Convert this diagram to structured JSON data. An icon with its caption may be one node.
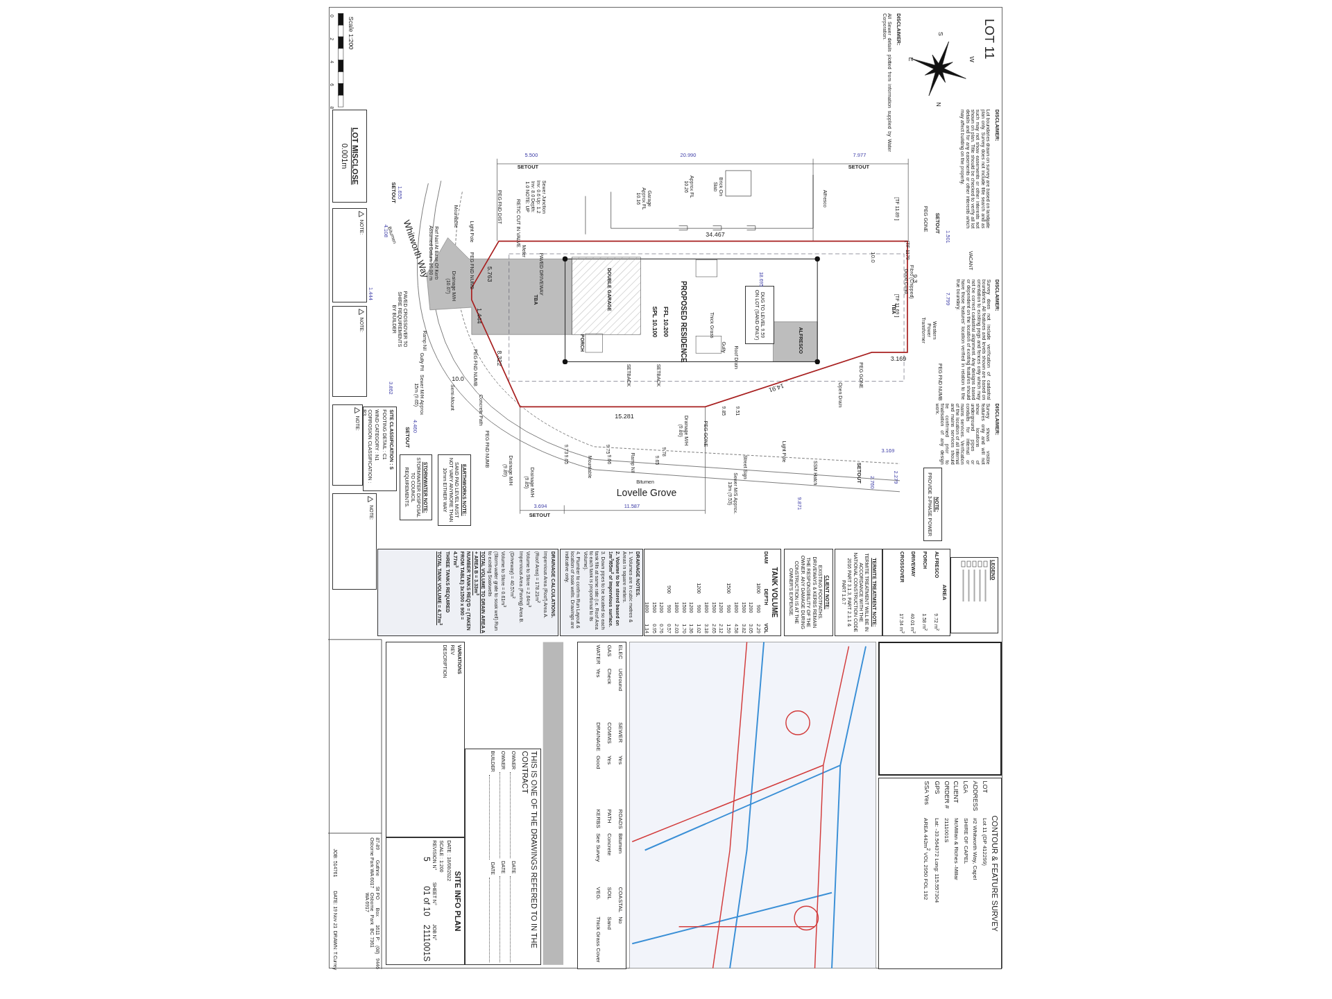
{
  "diagram": {
    "nodes": [
      {
        "text": [
          "LOT MISCLOSE",
          "0.001m"
        ]
      },
      {
        "text": [
          "NOTE:"
        ]
      },
      {
        "text": [
          "NOTE:"
        ]
      },
      {
        "text": [
          "NOTE:"
        ]
      },
      {
        "text": [
          "NOTE:"
        ]
      },
      {
        "text": [
          "SITE CLASSIFICATION : S",
          "FOOTING DETAIL : C1",
          "WIND CATEGORY : N1",
          "CORROSION CLASSIFICATION : R3"
        ]
      },
      {
        "text": [
          "STORMWATER NOTE:",
          "STORMWATER DISPOSAL TO COUNCIL REQUIREMENTS."
        ]
      },
      {
        "text": [
          "EARTHWORKS NOTE:",
          "SAND PAD LEVEL MUST NOT VARY ANYMORE THAN 10mm EITHER WAY"
        ]
      },
      {
        "text": [
          "NOTE:",
          "PROVIDE 3-PHASE POWER"
        ]
      },
      {
        "text": [
          "DUG TO LEVEL 9.59 ON LOT (SAND ONLY)"
        ]
      },
      {
        "text": [
          "LEGEND"
        ]
      },
      {
        "text": [
          "AREA",
          "ALFRESCO",
          "9.72 m$^{2}$",
          "PORCH",
          "1.58 m$^{2}$",
          "DRIVEWAY",
          "40.01 m$^{2}$",
          "CROSSOVER",
          "17.34 m$^{2}$"
        ]
      },
      {
        "text": [
          "TERMITE TREATMENT NOTE:",
          "TERMITE TREATMENT WILL BE IN ACCORDANCE WITH THE NATIONAL CONSTRUCTION CODE 2016 PART 3.1.3, PART 2.1.1 & PART 1.0.7"
        ]
      },
      {
        "text": [
          "CLIENT NOTE:",
          "EXISTING FOOTPATHS, DRIVEWAYS & KERBS REMAIN THE RESPONSIBILITY OF THE OWNER. ANY DAMAGE DURING CONSTRUCTION IS AT THE OWNER'S EXPENSE."
        ]
      },
      {
        "text": [
          "TANK VOLUME",
          "DIAM",
          "DEPTH",
          "VOL",
          "1800 900 2.29",
          "1200 3.05",
          "1500 3.82",
          "1800 4.58",
          "1500 900 1.59",
          "1200 2.12",
          "1500 2.65",
          "1800 3.18",
          "1200 900 1.02",
          "1200 1.36",
          "1500 1.70",
          "1800 2.03",
          "900 900 0.57",
          "1200 0.76",
          "1500 0.95",
          "1800 1.14"
        ]
      },
      {
        "text": [
          "DRAINAGE NOTES.",
          "1. Volumes are in cubic metres & Areas in square meters.",
          "2. Volume to be stored based on 1m$^{3}$/65m$^{2}$ of impervious surface.",
          "3. Down pipes to be located so each tank fills at same rate (i.e. Roof Area to each tank is proportional to its Volume).",
          "4. Plumber to confirm Run Layout & location of soak wells. Drawings are indicative only."
        ]
      },
      {
        "text": [
          "DRAINAGE CALCULATIONS.",
          "Impervious Area (Roof) Area A.",
          "(Roof Area) = 178.21m$^{2}$",
          "Volume to Store = 2.64m$^{3}$",
          "Impervious Area (Paving) Area B.",
          "(Driveway) = 40.57m$^{2}$",
          "Volume to Store = 0.61m$^{3}$",
          "(Storm-water grate to soak well) Run to existing Soakwells",
          "TOTAL VOLUME TO DRAIN AREA A + AREA B = 3.33m$^{3}$",
          "NUMBER TANKS REQ'D = (TAKEN FROM TABLE) 3x1500 x 900 = 4.77m$^{3}$",
          "THREE TANKS REQUIRED",
          "TOTAL TANK VOLUME = 4.77m$^{3}$"
        ]
      },
      {
        "text": [
          "CONTOUR & FEATURE SURVEY",
          "LOT",
          "Lot 11 (DP 412299)",
          "ADDRESS",
          "#2 Whitworth Way, Capel",
          "LGA",
          "SHIRE OF CAPEL",
          "CLIENT",
          "McMillan & Riches -Millar",
          "ORDER #",
          "2111001S",
          "GPS",
          "Lat: -33.564372 Long: 115.557304",
          "SSA Yes",
          "AREA 442m$^{2}$ VOL 2950 FOL 192"
        ]
      },
      {
        "text": [],
        "shape": "box"
      },
      {
        "text": [
          "ELEC",
          "UGround",
          "SEWER",
          "Yes",
          "ROADS",
          "Bitumen",
          "COASTAL",
          "No",
          "GAS",
          "Check",
          "COMMS",
          "Yes",
          "PATH",
          "Concrete",
          "SOIL",
          "Sand",
          "WATER",
          "Yes",
          "DRAINAGE",
          "Good",
          "KERBS",
          "See Survey",
          "VEG.",
          "Thick Grass Cover"
        ]
      },
      {
        "text": [
          "THIS IS ONE OF THE DRAWINGS REFERED TO IN THE CONTRACT",
          "OWNER",
          "DATE",
          "OWNER",
          "DATE",
          "BUILDER",
          "DATE"
        ]
      },
      {
        "text": [
          "SITE INFO PLAN",
          "DATE : 18/08/2022",
          "SCALE : 1:200",
          "REVISION N°",
          "5",
          "SHEET N°",
          "01 of 10",
          "JOB N°",
          "2111001S"
        ]
      },
      {
        "text": [
          "VARIATIONS",
          "REV",
          "DESCRIPTION"
        ]
      }
    ],
    "labels": [
      "LOT 11",
      "S",
      "N",
      "E",
      "W",
      "DISCLAIMER:",
      "All Sewer details plotted from information supplied by Water Corporation.",
      "DISCLAIMER:",
      "Lot boundaries drawn on survey are based on landgate plan only. Survey does not include title search and as such may not show easements or other interests not shown on plan. Title should be checked to verify all lot details and for any easements or other interests which may affect building on the property.",
      "DISCLAIMER:",
      "Survey does not include verification of cadastral boundaries. All features and levels shown are based on orientation to existing pegs and fences only which may not be correct cadastral alignment. Any designs based or dependent on the location of existing features should have those features' location verified in relation to the true boundary.",
      "DISCLAIMER:",
      "Survey shows visible features only and will not show locations of underground pipes or conduits for internal or mains services. Verification of the location of all internal and mains services should be confirmed prior to finalisation of any design work.",
      "Scale 1:200",
      "0",
      "2",
      "4",
      "6",
      "8",
      "5.500",
      "SETOUT",
      "20.990",
      "7.977",
      "SETOUT",
      "34.467",
      "15.281",
      "10.0",
      "3.169",
      "3.169",
      "Bitumen",
      "Lovelle Grove",
      "3.694",
      "SETOUT",
      "11.587",
      "SPL 10.100",
      "FFL 10.200",
      "PROPOSED RESIDENCE",
      "DOUBLE GARAGE",
      "PORCH",
      "ALFRESCO",
      "PAVED DRIVEWAY",
      "TBA",
      "TBA",
      "Whitworth Way",
      "Bitumen",
      "5.763",
      "1.444",
      "8.322",
      "14.91",
      "9.3",
      "SETOUT",
      "1.501",
      "7.799",
      "VACANT",
      "Western Power Transformer",
      "PEG GONE",
      "PEG GONE",
      "PEG FND NUMB",
      "PEG GONE",
      "PEG FND NUMB",
      "PEG FND NUMB",
      "PEG FND NUMB",
      "2.760",
      "2.279",
      "SETOUT",
      "9.871",
      "3.862",
      "4.460",
      "SETOUT",
      "SETOUT",
      "1.655",
      "4.108",
      "1.444",
      "Drainage M/H (9.80)",
      "Drainage M/H (9.89)",
      "Drainage M/H (9.85)",
      "Mountable",
      "Ramp Nil",
      "Sewer M/S Approx. 13m (9.53)",
      "Light Pole",
      "Street Sign",
      "SSM Hatch",
      "Open Drain",
      "Sewer M/H Approx 15m (9.65)",
      "Semi-Mount",
      "Concrete Path",
      "Gully Pit",
      "Ramp Nil",
      "PAVED CROSSOVER TO SHIRE REQUIREMENTS BY BUILDER",
      "Drainage M/H (10.07)",
      "Ref Nail At Base Of Kerb Assumed Datum 10.00 m",
      "Mountable",
      "Light Pole",
      "PEG FND DIST",
      "Sewer Junction Inv: 0.6 Up: 1.2 Inv: 8.0 Depth: 1.0 NOTE: UP",
      "RETIC CUT IN VALVE",
      "Meter",
      "Garage Approx FL 10.16",
      "Approx FL 10.26",
      "Brick On Slab",
      "Alfresco",
      "Thick Grass",
      "Fibro (Chipped) Good Cond.",
      "[TF 1179",
      "[TF 11.89 ]",
      "[TF 11.69 ]",
      "Roof Drain",
      "Gully",
      "SETBACK",
      "SETBACK",
      "18.695",
      "10.0",
      "9.73",
      "9.65",
      "9.75",
      "9.66",
      "9.78",
      "9.65",
      "9.85",
      "9.51",
      "87-89 Guthrie St Osborne Park WA 6017",
      "PO Box 1611 Osborne Park BC WA 6917",
      "P: (08) 9446 7361",
      "JOB: 514761",
      "DATE: 19 Nov 21",
      "DRAWN: T.Currey"
    ]
  }
}
